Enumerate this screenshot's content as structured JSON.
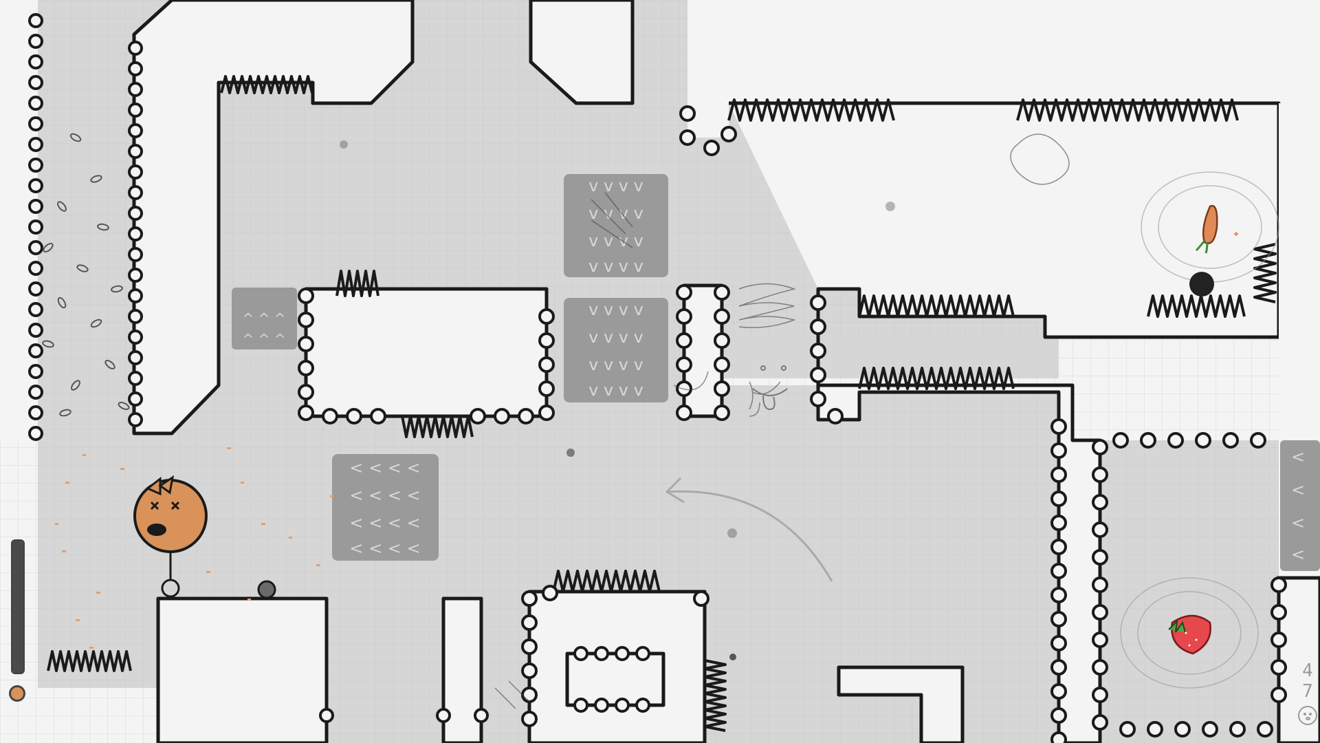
{
  "hud": {
    "counter_digits": [
      "4",
      "7"
    ],
    "face_icon": "smiley-face-icon",
    "health_fraction": 1.0,
    "player_icon": "orange-ball-icon"
  },
  "colors": {
    "paper": "#f4f4f4",
    "floor": "#d6d6d6",
    "ink": "#1a1a1a",
    "player": "#d8925a",
    "carrot": "#e08a55",
    "strawberry": "#e5484d",
    "arrow_pad": "#9a9a9a"
  },
  "level": {
    "player_state": "dizzy",
    "collectibles": [
      {
        "kind": "carrot",
        "icon": "carrot-icon"
      },
      {
        "kind": "strawberry",
        "icon": "strawberry-icon"
      }
    ],
    "arrow_pads": [
      {
        "direction": "up"
      },
      {
        "direction": "down"
      },
      {
        "direction": "down"
      },
      {
        "direction": "left"
      },
      {
        "direction": "left"
      }
    ]
  }
}
